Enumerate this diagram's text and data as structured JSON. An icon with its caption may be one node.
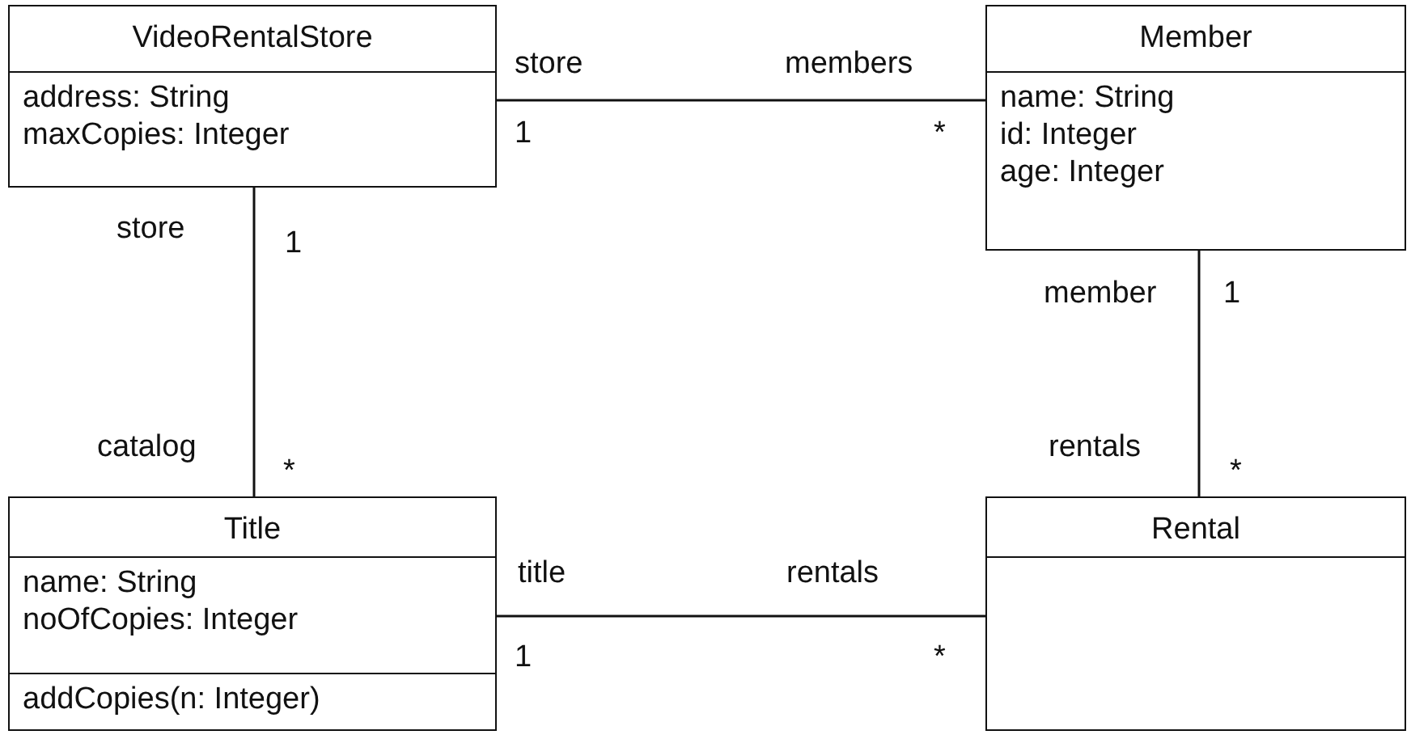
{
  "diagram": {
    "nodes": [
      {
        "text": [
          "VideoRentalStore"
        ]
      },
      {
        "text": [
          "address: String",
          "maxCopies: Integer"
        ],
        "in": 0
      },
      {
        "text": [
          "Member"
        ]
      },
      {
        "text": [
          "name: String",
          "id: Integer",
          "age: Integer"
        ],
        "in": 2
      },
      {
        "text": [
          "Title"
        ]
      },
      {
        "text": [
          "name: String",
          "noOfCopies: Integer"
        ],
        "in": 4
      },
      {
        "text": [
          "addCopies(n: Integer)"
        ],
        "in": 4
      },
      {
        "text": [
          "Rental"
        ]
      },
      {
        "text": [],
        "shape": "box",
        "in": 7
      }
    ],
    "edges": [
      {
        "from": 0,
        "to": 2,
        "arrow": "none"
      },
      {
        "from": 0,
        "to": 4,
        "arrow": "none"
      },
      {
        "from": 2,
        "to": 7,
        "arrow": "none"
      },
      {
        "from": 4,
        "to": 7,
        "arrow": "none"
      }
    ],
    "labels": [
      "store",
      "members",
      "1",
      "*",
      "store",
      "1",
      "member",
      "1",
      "catalog",
      "*",
      "rentals",
      "*",
      "title",
      "rentals",
      "1",
      "*"
    ]
  }
}
